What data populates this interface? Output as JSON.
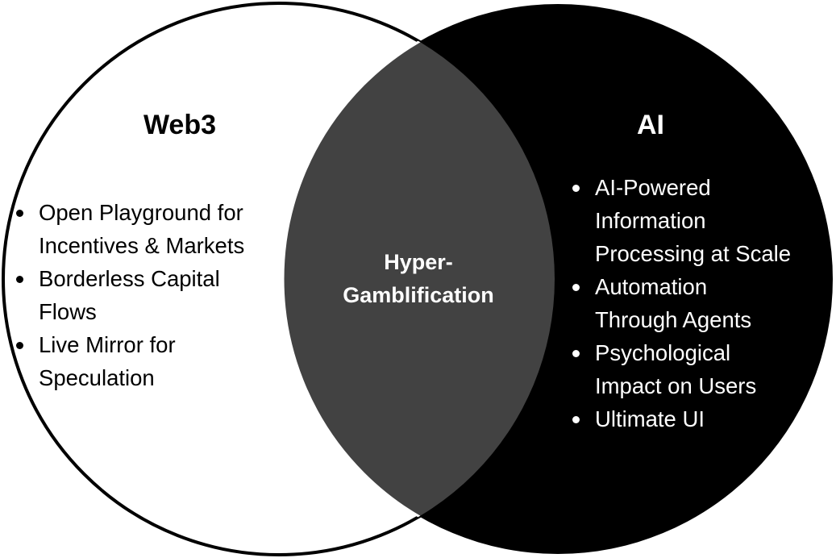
{
  "colors": {
    "left_fill": "#ffffff",
    "right_fill": "#000000",
    "overlap_fill": "#424242",
    "left_stroke": "#000000",
    "right_stroke": "#ffffff"
  },
  "left": {
    "title": "Web3",
    "items": [
      "Open Playground for Incentives & Markets",
      "Borderless Capital Flows",
      "Live Mirror for Speculation"
    ],
    "lines": [
      [
        "Open Playground for",
        "Incentives & Markets"
      ],
      [
        "Borderless Capital",
        "Flows"
      ],
      [
        "Live Mirror for",
        "Speculation"
      ]
    ]
  },
  "right": {
    "title": "AI",
    "items": [
      "AI-Powered Information Processing at Scale",
      "Automation Through Agents",
      "Psychological Impact on Users",
      "Ultimate UI"
    ],
    "lines": [
      [
        "AI-Powered",
        "Information",
        "Processing at Scale"
      ],
      [
        "Automation",
        "Through Agents"
      ],
      [
        "Psychological",
        "Impact on Users"
      ],
      [
        "Ultimate UI"
      ]
    ]
  },
  "overlap": {
    "label_line1": "Hyper-",
    "label_line2": "Gamblification"
  }
}
